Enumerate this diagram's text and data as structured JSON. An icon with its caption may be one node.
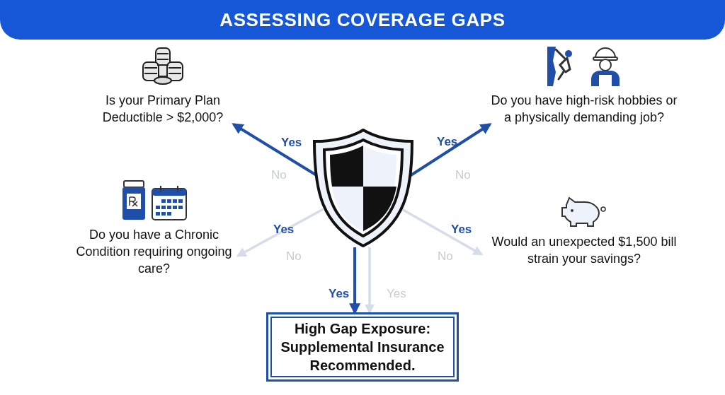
{
  "diagram": {
    "title": "ASSESSING COVERAGE GAPS",
    "nodes": [
      {
        "text": [],
        "shape": "shield"
      },
      {
        "text": [
          "Is your Primary Plan Deductible > $2,000?"
        ]
      },
      {
        "text": [
          "Do you have high-risk hobbies or a physically demanding job?"
        ]
      },
      {
        "text": [
          "Do you have a Chronic Condition requiring ongoing care?"
        ]
      },
      {
        "text": [
          "Would an unexpected $1,500 bill strain your savings?"
        ]
      },
      {
        "text": [
          "High Gap Exposure: Supplemental Insurance Recommended."
        ]
      }
    ],
    "edges": [
      {
        "from": 0,
        "to": 1,
        "arrow": "to",
        "label": "Yes"
      },
      {
        "from": 0,
        "to": 2,
        "arrow": "to",
        "label": "Yes"
      },
      {
        "from": 0,
        "to": 3,
        "arrow": "to",
        "label": "No",
        "color": "#d5dde8"
      },
      {
        "from": 0,
        "to": 4,
        "arrow": "to",
        "label": "No",
        "color": "#d5dde8"
      },
      {
        "from": 0,
        "to": 5,
        "arrow": "to",
        "label": "Yes"
      },
      {
        "from": 0,
        "to": 5,
        "arrow": "to",
        "label": "Yes",
        "color": "#d5dde8"
      }
    ],
    "labels": [
      "No",
      "No",
      "Yes",
      "Yes"
    ]
  }
}
